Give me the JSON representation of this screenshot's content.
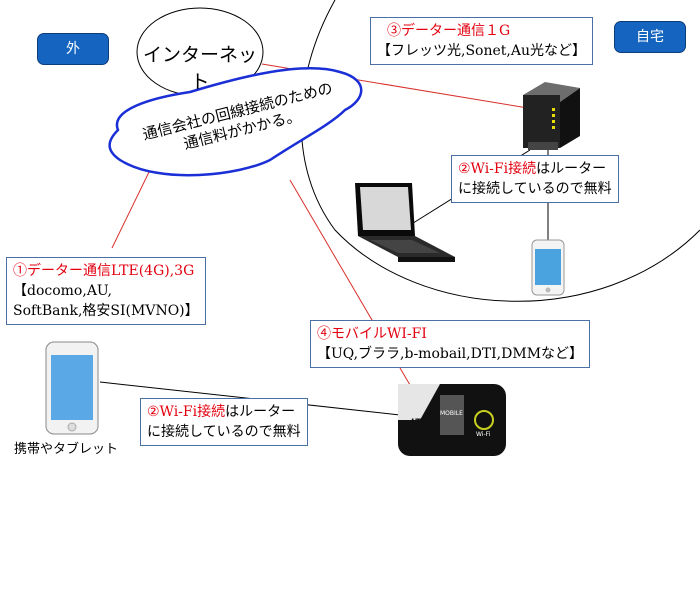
{
  "tags": {
    "outside": "外",
    "home": "自宅"
  },
  "internet": "インターネット",
  "cloud_note": {
    "line1": "通信会社の回線接続のための",
    "line2": "通信料がかかる。"
  },
  "box_fixed": {
    "title": "③データー通信１G",
    "body": "【フレッツ光,Sonet,Au光など】"
  },
  "box_wifi_home": {
    "red": "②Wi-Fi接続",
    "rest1": "はルーター",
    "line2": "に接続しているので無料"
  },
  "box_lte": {
    "title": "①データー通信LTE(4G),3G",
    "line2": "【docomo,AU,",
    "line3": "SoftBank,格安SI(MVNO)】"
  },
  "box_mobile_wifi": {
    "title": "④モバイルWI-FI",
    "body": "【UQ,ブララ,b-mobail,DTI,DMMなど】"
  },
  "box_wifi_out": {
    "red": "②Wi-Fi接続",
    "rest1": "はルーター",
    "line2": "に接続しているので無料"
  },
  "phone_caption": "携帯やタブレット",
  "router_labels": {
    "lte": "LTE",
    "mobile": "MOBILE",
    "wifi": "Wi-Fi"
  },
  "colors": {
    "tag_bg": "#1565c0",
    "red_text": "#e3000f",
    "line_red": "#d9302a",
    "cloud_border": "#1a2fd6"
  }
}
